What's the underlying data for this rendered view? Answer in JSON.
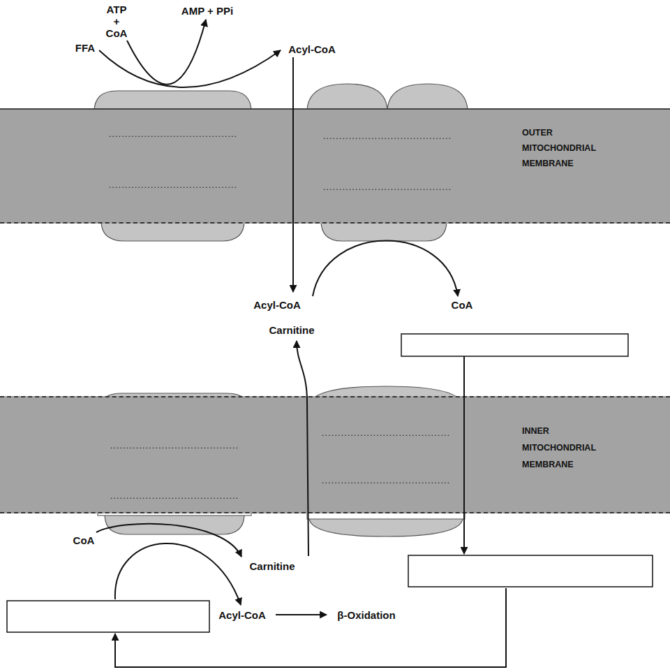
{
  "diagram": {
    "nodes": [
      {
        "text": [
          "........................................",
          "........................................"
        ]
      },
      {
        "text": [
          "........................................",
          "........................................"
        ]
      },
      {
        "text": [
          "OUTER MITOCHONDRIAL MEMBRANE"
        ]
      },
      {
        "text": [
          "........................................",
          "........................................"
        ]
      },
      {
        "text": [
          "........................................",
          "........................................"
        ]
      },
      {
        "text": [
          "INNER MITOCHONDRIAL MEMBRANE"
        ]
      }
    ],
    "labels": [
      "ATP + CoA",
      "AMP + PPi",
      "FFA",
      "Acyl-CoA",
      "Acyl-CoA",
      "CoA",
      "Carnitine",
      "CoA",
      "Carnitine",
      "Acyl-CoA",
      "β-Oxidation"
    ]
  }
}
